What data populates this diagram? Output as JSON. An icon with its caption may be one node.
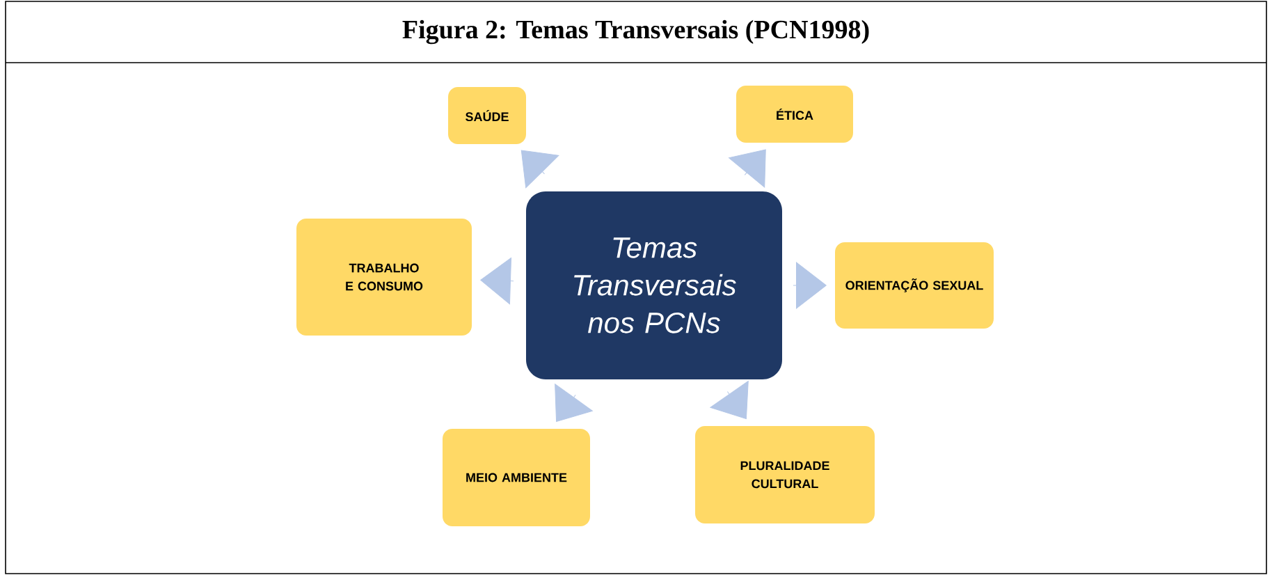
{
  "diagram": {
    "title": "Figura 2: Temas Transversais (PCN1998)",
    "nodes": [
      {
        "text": [
          "Temas Transversais nos PCNs"
        ]
      },
      {
        "text": [
          "SAÚDE"
        ]
      },
      {
        "text": [
          "ÉTICA"
        ]
      },
      {
        "text": [
          "TRABALHO E CONSUMO"
        ]
      },
      {
        "text": [
          "ORIENTAÇÃO SEXUAL"
        ]
      },
      {
        "text": [
          "MEIO AMBIENTE"
        ]
      },
      {
        "text": [
          "PLURALIDADE CULTURAL"
        ]
      }
    ],
    "edges": [
      {
        "from": 0,
        "to": 1,
        "arrow": "to"
      },
      {
        "from": 0,
        "to": 2,
        "arrow": "to"
      },
      {
        "from": 0,
        "to": 3,
        "arrow": "to"
      },
      {
        "from": 0,
        "to": 4,
        "arrow": "to"
      },
      {
        "from": 0,
        "to": 5,
        "arrow": "to"
      },
      {
        "from": 0,
        "to": 6,
        "arrow": "to"
      }
    ]
  }
}
